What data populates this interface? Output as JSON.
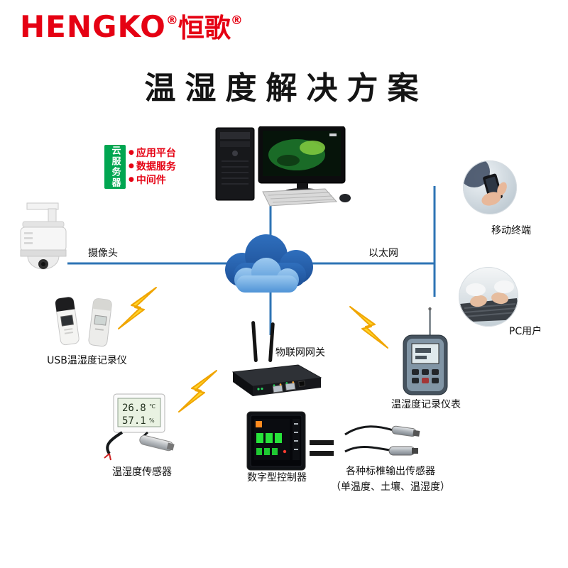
{
  "colors": {
    "brand-red": "#e50113",
    "line-blue": "#2e74b5",
    "bolt-yellow": "#ffd42a",
    "bolt-outline": "#f0a500",
    "server-green": "#00a651",
    "title-black": "#141414"
  },
  "header": {
    "logo_en": "HENGKO",
    "logo_reg1": "®",
    "logo_cn": "恒歌",
    "logo_reg2": "®",
    "title": "温湿度解决方案"
  },
  "cloud_server": {
    "label": "云服务器",
    "items": [
      {
        "bullet": "●",
        "label": "应用平台"
      },
      {
        "bullet": "●",
        "label": "数据服务"
      },
      {
        "bullet": "●",
        "label": "中间件"
      }
    ]
  },
  "labels": {
    "camera": "摄像头",
    "ethernet": "以太网",
    "mobile_terminal": "移动终端",
    "pc_user": "PC用户",
    "usb_logger": "USB温湿度记录仪",
    "iot_gateway": "物联网网关",
    "recorder_meter": "温湿度记录仪表",
    "th_sensor": "温湿度传感器",
    "digital_controller": "数字型控制器",
    "output_sensors": "各种标椎输出传感器",
    "output_sensors_sub": "（单温度、土壤、温湿度）"
  },
  "device_screens": {
    "sensor_temp": "26.8",
    "sensor_temp_unit": "℃",
    "sensor_rh": "57.1",
    "sensor_rh_unit": "%"
  }
}
